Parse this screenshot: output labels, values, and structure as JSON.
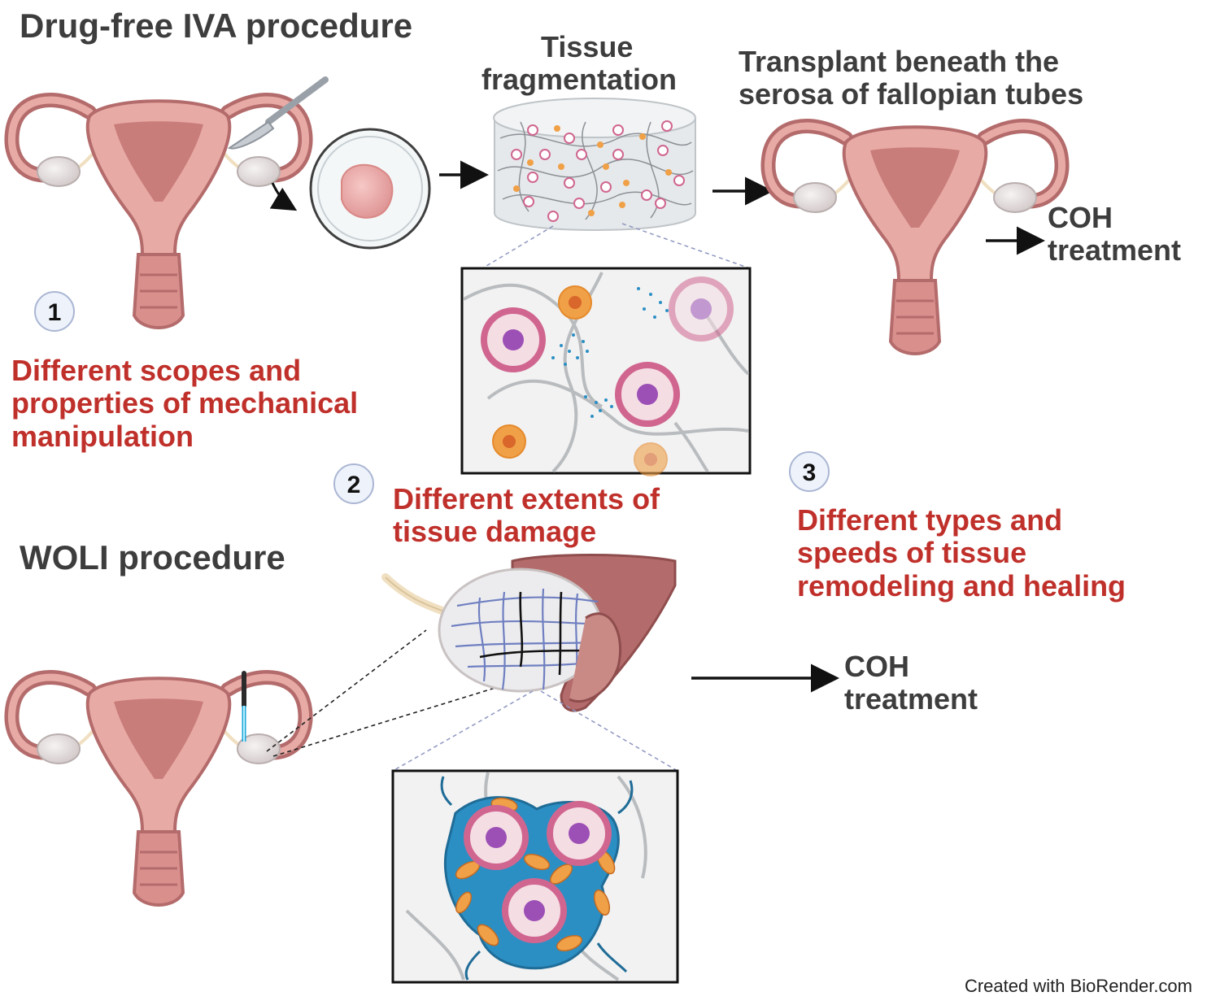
{
  "titles": {
    "iva": "Drug-free IVA procedure",
    "woli": "WOLI procedure"
  },
  "labels": {
    "tissue_fragmentation": [
      "Tissue",
      "fragmentation"
    ],
    "transplant": [
      "Transplant beneath the",
      "serosa of fallopian tubes"
    ],
    "coh_top": [
      "COH",
      "treatment"
    ],
    "coh_bottom": [
      "COH",
      "treatment"
    ]
  },
  "points": [
    {
      "number": "1",
      "lines": [
        "Different scopes and",
        "properties of mechanical",
        "manipulation"
      ]
    },
    {
      "number": "2",
      "lines": [
        "Different extents of",
        "tissue damage"
      ]
    },
    {
      "number": "3",
      "lines": [
        "Different types and",
        "speeds of tissue",
        "remodeling and healing"
      ]
    }
  ],
  "credit": "Created with BioRender.com",
  "colors": {
    "uterus_dark": "#b46b6b",
    "uterus_light": "#e8aaa5",
    "ovary": "#e9e4e4",
    "oocyte_ring": "#d0668f",
    "oocyte_nucleus": "#9c4fb5",
    "granulosa": "#f0a047",
    "stroma": "#2b8fc4",
    "accent_red": "#c0302b"
  }
}
